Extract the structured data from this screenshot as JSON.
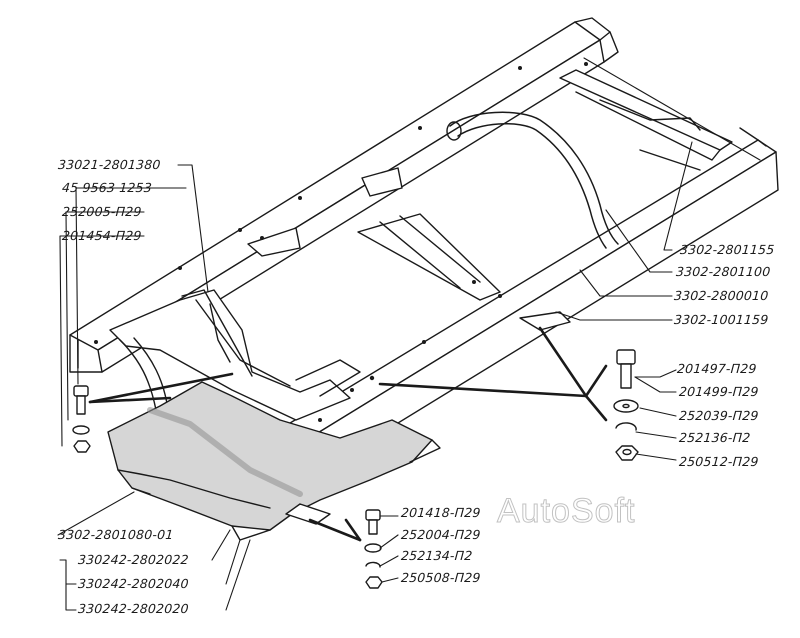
{
  "labels": {
    "p33021_2801380": "33021-2801380",
    "p45_9563_1253": "45 9563 1253",
    "p252005": "252005-П29",
    "p201454": "201454-П29",
    "p3302_2801155": "3302-2801155",
    "p3302_2801100": "3302-2801100",
    "p3302_2800010": "3302-2800010",
    "p3302_1001159": "3302-1001159",
    "p201497": "201497-П29",
    "p201499": "201499-П29",
    "p252039": "252039-П29",
    "p252136": "252136-П2",
    "p250512": "250512-П29",
    "p201418": "201418-П29",
    "p252004": "252004-П29",
    "p252134": "252134-П2",
    "p250508": "250508-П29",
    "p3302_2801080_01": "3302-2801080-01",
    "p330242_2802022": "330242-2802022",
    "p330242_2802040": "330242-2802040",
    "p330242_2802020": "330242-2802020"
  },
  "watermark": "AutoSoft",
  "colors": {
    "ink": "#1a1a1a",
    "shield": "#c9c9c9",
    "shield_dark": "#8f8f8f"
  }
}
